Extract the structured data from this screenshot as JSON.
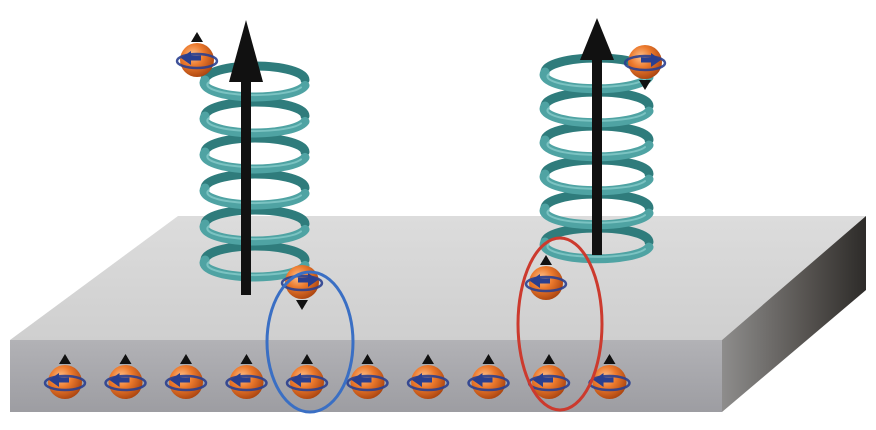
{
  "diagram": {
    "description_colors": {
      "slab_top": "#d4d4d4",
      "slab_front": "#a9a9ad",
      "slab_side_dark": "#3a3836",
      "coil": "#4fa3a3",
      "coil_highlight": "#8fd0cf",
      "arrow": "#111111",
      "electron_orange": "#e8762c",
      "electron_dark": "#b4501a",
      "spin_arrow": "#2a3f8f",
      "blue_ellipse": "#3a6fc4",
      "red_ellipse": "#cc3a2e"
    },
    "coils": [
      {
        "name": "left-helix",
        "turns": 6
      },
      {
        "name": "right-helix",
        "turns": 6
      }
    ],
    "electrons": {
      "edge_row_count": 10,
      "edge_row_spin": "up",
      "edge_row_orbit": "left"
    },
    "highlights": [
      {
        "name": "blue-ellipse",
        "color": "#3a6fc4"
      },
      {
        "name": "red-ellipse",
        "color": "#cc3a2e"
      }
    ]
  }
}
